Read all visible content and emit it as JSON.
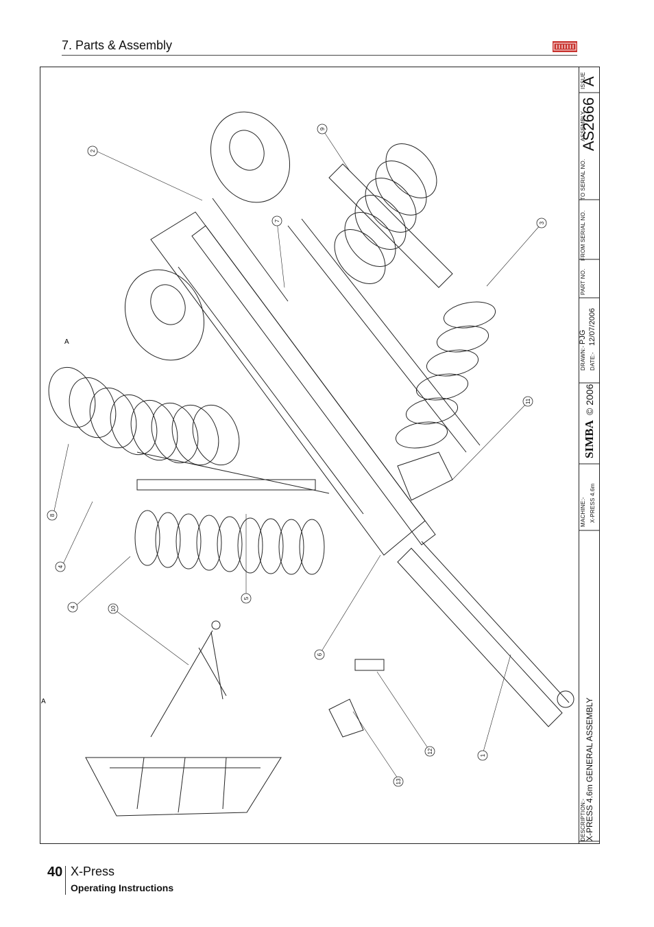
{
  "header": {
    "title": "7. Parts & Assembly"
  },
  "title_block": {
    "issue_label": "ISSUE",
    "issue_value": "A",
    "drawing_number": "AS2666",
    "assembly_label": "ASSEMBLY",
    "to_serial_label": "TO SERIAL NO.",
    "from_serial_label": "FROM SERIAL NO.",
    "part_no_label": "PART NO.",
    "drawn_label": "DRAWN:-",
    "drawn_value": "PJG",
    "date_label": "DATE:-",
    "date_value": "12/07/2006",
    "copyright": "© 2006",
    "brand": "SIMBA",
    "machine_label": "MACHINE:-",
    "machine_value": "X-PRESS 4.6m",
    "description_label": "DESCRIPTION:-",
    "description_value": "X-PRESS 4.6m GENERAL ASSEMBLY"
  },
  "drawing": {
    "section_marks": [
      "A",
      "A"
    ],
    "callouts": [
      "1",
      "2",
      "3",
      "4",
      "4",
      "5",
      "6",
      "7",
      "8",
      "9",
      "10",
      "11",
      "12",
      "13"
    ]
  },
  "footer": {
    "page_number": "40",
    "product": "X-Press",
    "subtitle": "Operating Instructions"
  },
  "colors": {
    "line": "#222222",
    "logo_red": "#c8322d"
  }
}
